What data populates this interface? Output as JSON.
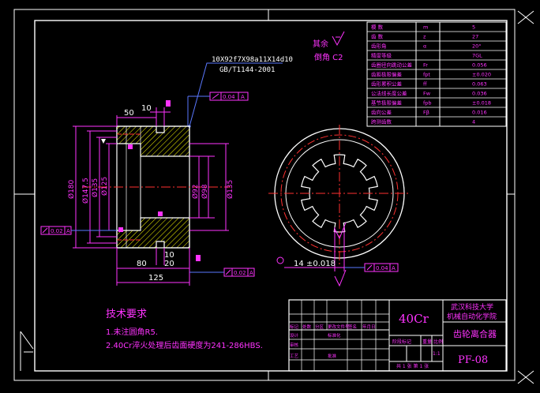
{
  "colors": {
    "background": "#000000",
    "frame": "#ffffff",
    "outline": "#ffffff",
    "dimension": "#ff33ff",
    "annotation": "#5a78ff",
    "centerline": "#ff3030",
    "hatch": "#ffff00",
    "table_text": "#ff33ff"
  },
  "drawing": {
    "part_name": "齿轮离合器",
    "material": "40Cr",
    "drawing_no": "PF-08",
    "school_line1": "武汉科技大学",
    "school_line2": "机械自动化学院"
  },
  "spline_note": {
    "line1": "10X92f7X98a11X14d10",
    "line2": "GB/T1144-2001"
  },
  "surface_note": {
    "rest": "其余",
    "chamfer": "倒角 C2"
  },
  "gear_table": {
    "rows": [
      {
        "label": "模  数",
        "symbol": "m",
        "value": "5"
      },
      {
        "label": "齿  数",
        "symbol": "z",
        "value": "27"
      },
      {
        "label": "齿形角",
        "symbol": "α",
        "value": "20°"
      },
      {
        "label": "精度等级",
        "symbol": "",
        "value": "7GL"
      },
      {
        "label": "齿圈径向跳动公差",
        "symbol": "Fr",
        "value": "0.056"
      },
      {
        "label": "齿距极限偏差",
        "symbol": "fpt",
        "value": "±0.020"
      },
      {
        "label": "齿形累积公差",
        "symbol": "ff",
        "value": "0.063"
      },
      {
        "label": "公法线长度公差",
        "symbol": "Fw",
        "value": "0.036"
      },
      {
        "label": "基节极限偏差",
        "symbol": "fpb",
        "value": "±0.018"
      },
      {
        "label": "齿向公差",
        "symbol": "Fβ",
        "value": "0.016"
      },
      {
        "label": "跨测齿数",
        "symbol": "",
        "value": "4"
      }
    ]
  },
  "dimensions": {
    "d180": "Ø180",
    "d147": "Ø147.5",
    "d135": "Ø135",
    "d125": "Ø125",
    "d92": "Ø92",
    "d98": "Ø98",
    "d135r": "Ø135",
    "len50": "50",
    "len10": "10",
    "len80": "80",
    "len20": "20",
    "len10b": "10",
    "len125": "125",
    "width14": "14",
    "width14_tol": "±0.018"
  },
  "gdt": {
    "top": {
      "value": "0.04",
      "datum": "A"
    },
    "left": {
      "value": "0.02",
      "datum": "A"
    },
    "bottom": {
      "value": "0.02",
      "datum": "A"
    },
    "right": {
      "value": "0.04",
      "datum": "A"
    }
  },
  "tech_req": {
    "title": "技术要求",
    "line1": "1.未注圆角R5.",
    "line2": "2.40Cr淬火处理后齿面硬度为241-286HBS."
  },
  "title_block": {
    "header_cells": [
      "标记",
      "处数",
      "分区",
      "更改文件号",
      "签名",
      "年月日"
    ],
    "row_design": [
      "设计",
      "",
      "",
      "标准化",
      "",
      ""
    ],
    "row_check": [
      "审核",
      "",
      "",
      "",
      "",
      ""
    ],
    "row_craft": [
      "工艺",
      "",
      "",
      "批准",
      "",
      ""
    ],
    "stage_label": "阶段标记",
    "weight_label": "重量",
    "scale_label": "比例",
    "scale_value": "1:1",
    "sheet_info": "共 1 张  第 1 张"
  }
}
